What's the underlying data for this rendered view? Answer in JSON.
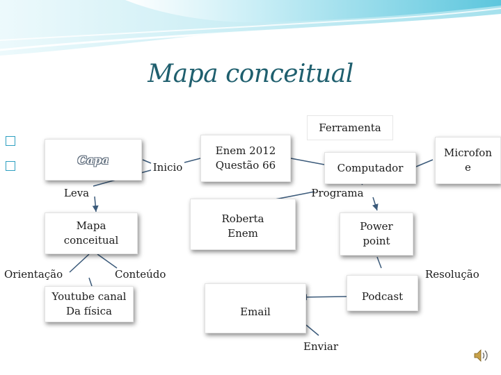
{
  "title": "Mapa conceitual",
  "bullets": [
    "�",
    "�"
  ],
  "nodes": {
    "capa": "Capa",
    "inicio": "Inicio",
    "enem": [
      "Enem 2012",
      "Questão 66"
    ],
    "ferramenta": "Ferramenta",
    "computador": "Computador",
    "microfone": [
      "Microfon",
      "e"
    ],
    "leva": "Leva",
    "programa": "Programa",
    "mapa": [
      "Mapa",
      "conceitual"
    ],
    "roberta": [
      "Roberta",
      "Enem"
    ],
    "power": [
      "Power",
      "point"
    ],
    "orientacao": "Orientação",
    "conteudo": "Conteúdo",
    "resolucao": "Resolução",
    "youtube": [
      "Youtube canal",
      "Da física"
    ],
    "email": "Email",
    "podcast": "Podcast",
    "enviar": "Enviar"
  },
  "icons": {
    "speaker": "speaker-icon"
  },
  "colors": {
    "title": "#1f5f6e",
    "bullet": "#2e9fc0",
    "arrow": "#3b5a7a",
    "banner": "#5cc6dd"
  }
}
